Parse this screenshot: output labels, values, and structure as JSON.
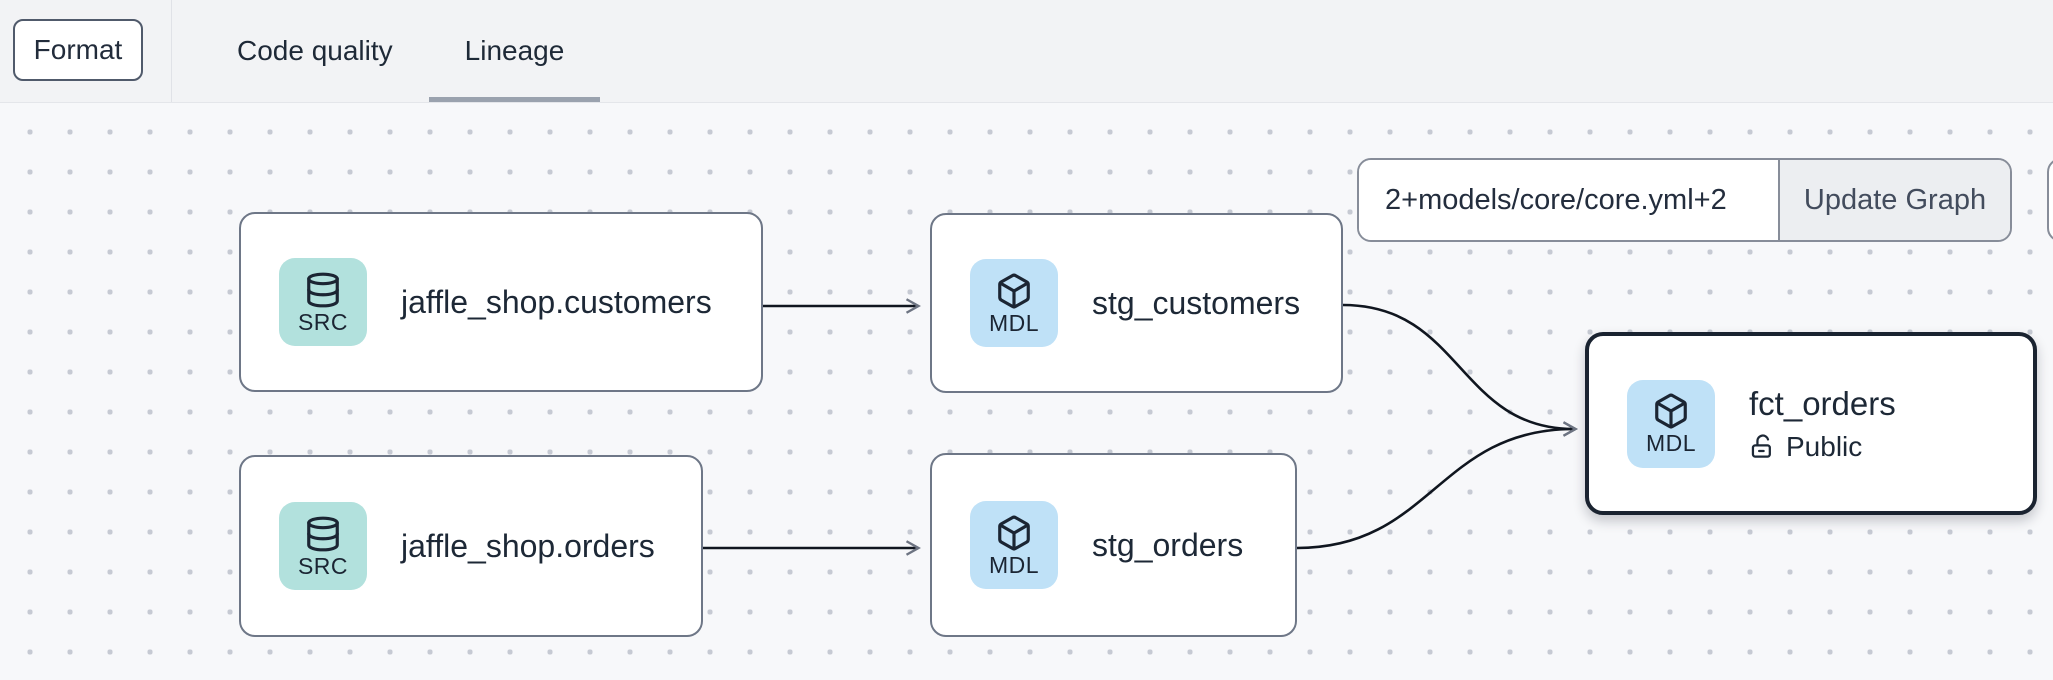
{
  "header": {
    "format_button": "Format",
    "tabs": [
      {
        "label": "Code quality",
        "active": false
      },
      {
        "label": "Lineage",
        "active": true
      }
    ]
  },
  "controls": {
    "selector_value": "2+models/core/core.yml+2",
    "update_button_label": "Update Graph"
  },
  "nodes": [
    {
      "id": "jaffle_shop.customers",
      "type": "source",
      "badge": "SRC",
      "icon": "database-icon",
      "label": "jaffle_shop.customers"
    },
    {
      "id": "stg_customers",
      "type": "model",
      "badge": "MDL",
      "icon": "cube-icon",
      "label": "stg_customers"
    },
    {
      "id": "jaffle_shop.orders",
      "type": "source",
      "badge": "SRC",
      "icon": "database-icon",
      "label": "jaffle_shop.orders"
    },
    {
      "id": "stg_orders",
      "type": "model",
      "badge": "MDL",
      "icon": "cube-icon",
      "label": "stg_orders"
    },
    {
      "id": "fct_orders",
      "type": "model",
      "badge": "MDL",
      "icon": "cube-icon",
      "label": "fct_orders",
      "access": "Public",
      "access_icon": "lock-open-icon",
      "selected": true
    }
  ],
  "edges": [
    {
      "source": "jaffle_shop.customers",
      "target": "stg_customers"
    },
    {
      "source": "jaffle_shop.orders",
      "target": "stg_orders"
    },
    {
      "source": "stg_customers",
      "target": "fct_orders"
    },
    {
      "source": "stg_orders",
      "target": "fct_orders"
    }
  ],
  "colors": {
    "header_bg": "#f2f3f5",
    "canvas_bg": "#f7f8fa",
    "dot_grid": "#c6cad3",
    "source_badge": "#b2e1dd",
    "model_badge": "#bfe1f7",
    "node_border": "#6e7787",
    "selected_node_border": "#1a2330",
    "edge_stroke": "#10161f",
    "tab_underline": "#9aa2ae",
    "update_button_bg": "#eceef1"
  }
}
